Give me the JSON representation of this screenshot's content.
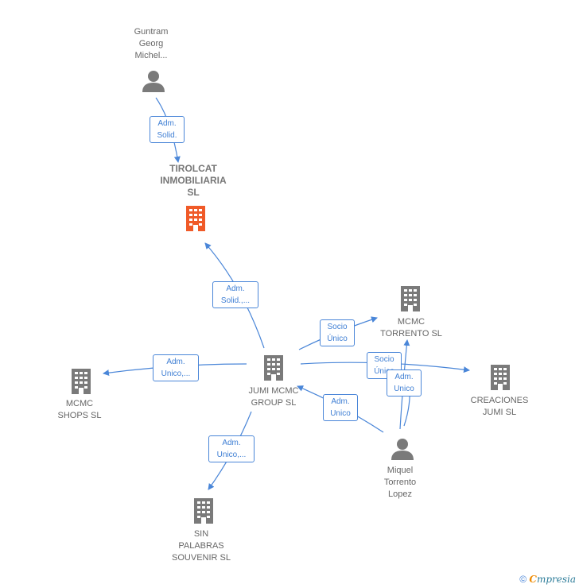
{
  "nodes": {
    "guntram": {
      "label": "Guntram\nGeorg\nMichel..."
    },
    "tirolcat": {
      "label": "TIROLCAT\nINMOBILIARIA\nSL"
    },
    "mcmc_torrento": {
      "label": "MCMC\nTORRENTO  SL"
    },
    "creaciones": {
      "label": "CREACIONES\nJUMI SL"
    },
    "mcmc_shops": {
      "label": "MCMC\nSHOPS  SL"
    },
    "jumi": {
      "label": "JUMI MCMC\nGROUP  SL"
    },
    "miquel": {
      "label": "Miquel\nTorrento\nLopez"
    },
    "sin_palabras": {
      "label": "SIN\nPALABRAS\nSOUVENIR  SL"
    }
  },
  "edges": {
    "e1": "Adm.\nSolid.",
    "e2": "Adm.\nSolid.,...",
    "e3": "Socio\nÚnico",
    "e4": "Adm.\nUnico,...",
    "e5": "Socio\nÚnico",
    "e6": "Adm.\nUnico",
    "e7": "Adm.\nUnico",
    "e8": "Adm.\nUnico,..."
  },
  "colors": {
    "edge": "#4a86d8",
    "building": "#7a7a7a",
    "highlight": "#f05a28",
    "person": "#7a7a7a"
  },
  "footer": {
    "copyright": "©",
    "brand_first": "C",
    "brand_rest": "mpresia"
  }
}
